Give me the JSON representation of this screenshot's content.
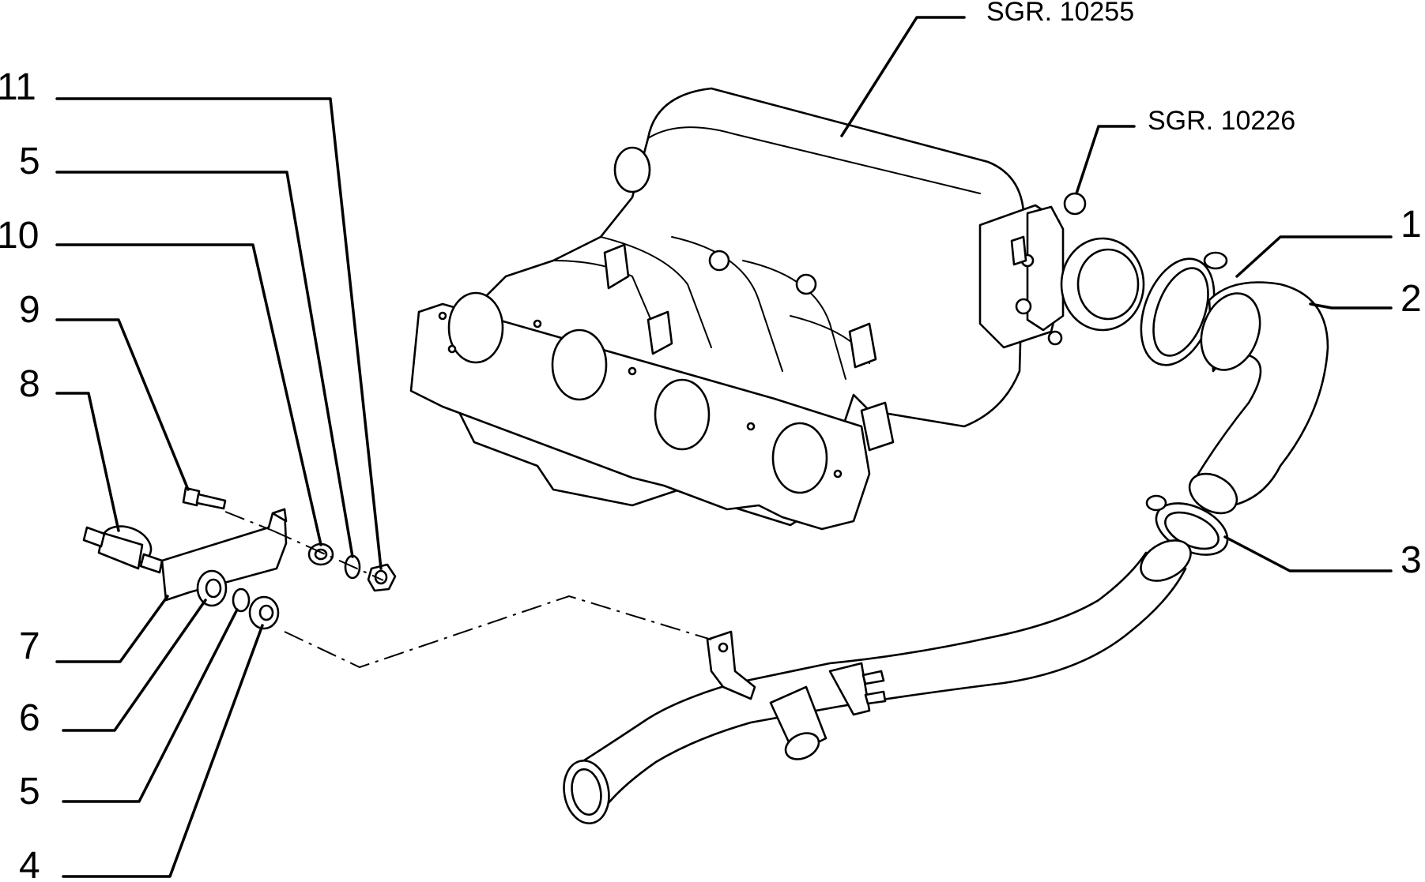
{
  "references": {
    "manifold": "SGR. 10255",
    "throttle_body": "SGR. 10226"
  },
  "callouts": {
    "c11": "11",
    "c5_top": "5",
    "c10": "10",
    "c9": "9",
    "c8": "8",
    "c7": "7",
    "c6": "6",
    "c5_bottom": "5",
    "c4": "4",
    "c1": "1",
    "c2": "2",
    "c3": "3"
  }
}
